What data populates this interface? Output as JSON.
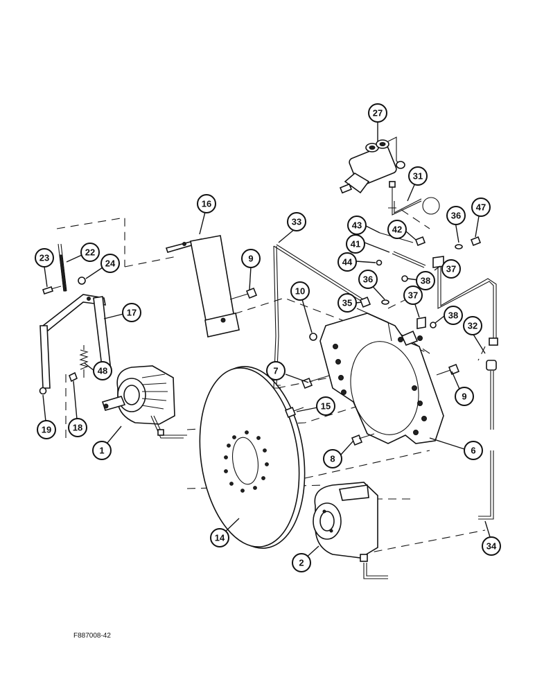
{
  "figure_code": "F887008-42",
  "callouts": [
    "1",
    "2",
    "6",
    "7",
    "8",
    "9",
    "9",
    "10",
    "14",
    "15",
    "16",
    "17",
    "18",
    "19",
    "22",
    "23",
    "24",
    "27",
    "31",
    "32",
    "33",
    "34",
    "35",
    "36",
    "36",
    "37",
    "37",
    "38",
    "38",
    "41",
    "42",
    "43",
    "44",
    "47",
    "48"
  ],
  "colors": {
    "ink": "#111111",
    "paper": "#ffffff"
  }
}
